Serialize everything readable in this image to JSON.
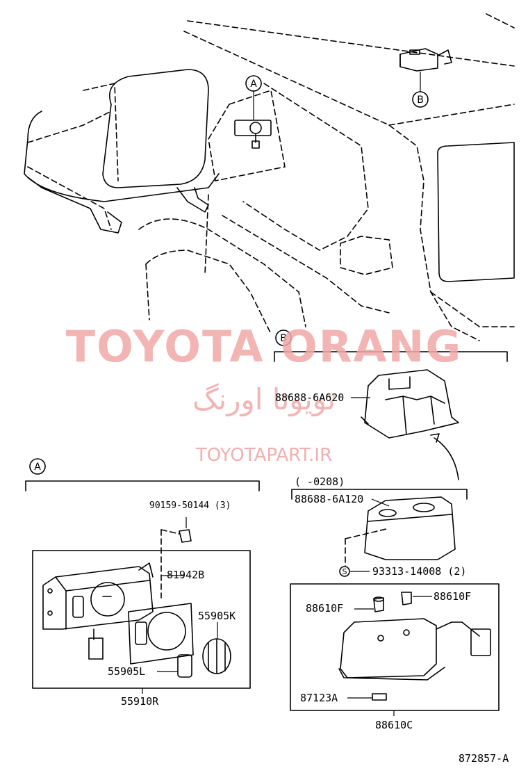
{
  "callouts": {
    "a_top": "A",
    "b_top": "B",
    "b_section": "B",
    "a_section": "A",
    "s_mark": "S"
  },
  "parts": {
    "p_8868806A620": "88688-6A620",
    "p_range": "(     -0208)",
    "p_8868806A120": "88688-6A120",
    "p_93313": "93313-14008 (2)",
    "p_88610F_left": "88610F",
    "p_88610F_right": "88610F",
    "p_87123A": "87123A",
    "p_88610C": "88610C",
    "p_90159": "90159-50144 (3)",
    "p_81942B": "81942B",
    "p_55905K": "55905K",
    "p_55905L": "55905L",
    "p_55910R": "55910R",
    "diagram_code": "872857-A"
  },
  "watermark": {
    "brand": "TOYOTA ORANG",
    "brand_fa": "تویوتا اورنگ",
    "url": "TOYOTAPART.IR"
  },
  "colors": {
    "watermark": "#f2a7a7",
    "ink": "#000000"
  }
}
